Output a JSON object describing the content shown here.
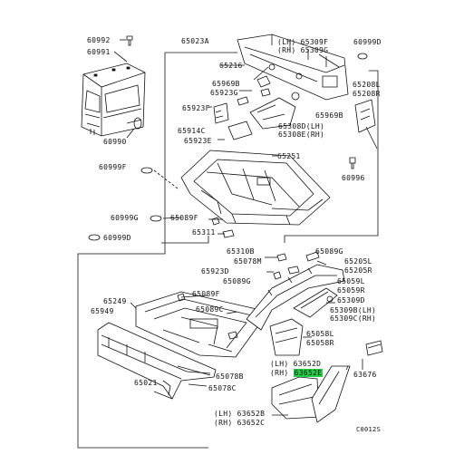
{
  "diagram": {
    "doc_code": "C0012S",
    "callouts": {
      "p60992": "60992",
      "p60991": "60991",
      "p60990": "60990",
      "p65023A": "65023A",
      "p65216": "65216",
      "p65309F_lh": "(LH) 65309F",
      "p65309G_rh": "(RH) 65309G",
      "p60999D_top": "60999D",
      "p65208L": "65208L",
      "p65208R": "65208R",
      "p65969B_a": "65969B",
      "p65923G": "65923G",
      "p65923F": "65923F",
      "p65969B_b": "65969B",
      "p65308D_lh": "65308D(LH)",
      "p65308E_rh": "65308E(RH)",
      "p65914C": "65914C",
      "p65923E": "65923E",
      "p65251": "65251",
      "p60999F": "60999F",
      "p60996": "60996",
      "p60999G": "60999G",
      "p65089F_a": "65089F",
      "p60999D_mid": "60999D",
      "p65311": "65311",
      "p65310B": "65310B",
      "p65078M": "65078M",
      "p65923D": "65923D",
      "p65089G_a": "65089G",
      "p65089G_b": "65089G",
      "p65205L": "65205L",
      "p65205R": "65205R",
      "p65059L": "65059L",
      "p65059R": "65059R",
      "p65249": "65249",
      "p65089F_b": "65089F",
      "p65309D": "65309D",
      "p65949": "65949",
      "p65089C": "65089C",
      "p65309B_lh": "65309B(LH)",
      "p65309C_rh": "65309C(RH)",
      "p65058L": "65058L",
      "p65058R": "65058R",
      "p63652D_lh": "(LH) 63652D",
      "p63652E_rh_prefix": "(RH) ",
      "p63652E_rh": "63652E",
      "p63676": "63676",
      "p65021": "65021",
      "p65078B": "65078B",
      "p65078C": "65078C",
      "p63652B_lh": "(LH) 63652B",
      "p63652C_rh": "(RH) 63652C"
    },
    "highlight_color": "#22d046"
  }
}
